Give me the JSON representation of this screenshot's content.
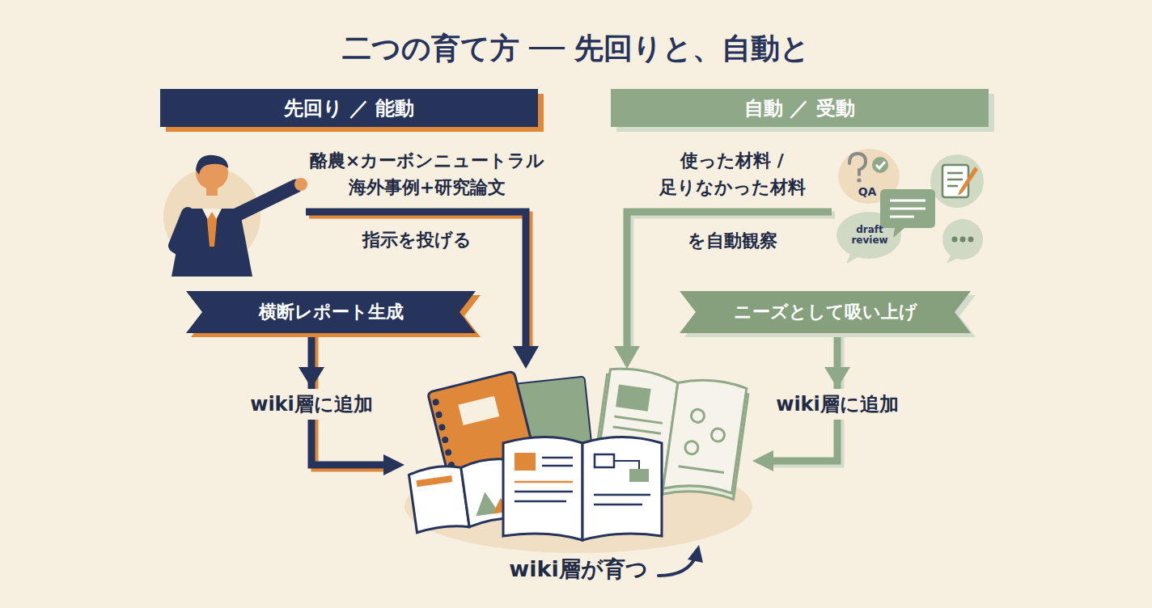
{
  "diagram": {
    "title": "二つの育て方 ── 先回りと、自動と",
    "nodes": [
      {
        "text": [
          "先回り ／ 能動"
        ]
      },
      {
        "text": [
          "横断レポート生成"
        ]
      },
      {
        "text": [
          "自動 ／ 受動"
        ]
      },
      {
        "text": [
          "ニーズとして吸い上げ"
        ]
      },
      {
        "text": [
          "wiki層が育つ"
        ]
      }
    ],
    "edges": [
      {
        "from": 1,
        "to": 4,
        "label": "wiki層に追加",
        "arrow": "to"
      },
      {
        "from": 3,
        "to": 4,
        "label": "wiki層に追加",
        "arrow": "to"
      }
    ],
    "labels": [
      "酪農×カーボンニュートラル 海外事例+研究論文",
      "指示を投げる",
      "使った材料 / 足りなかった材料",
      "を自動観察",
      "QA",
      "draft review"
    ]
  }
}
